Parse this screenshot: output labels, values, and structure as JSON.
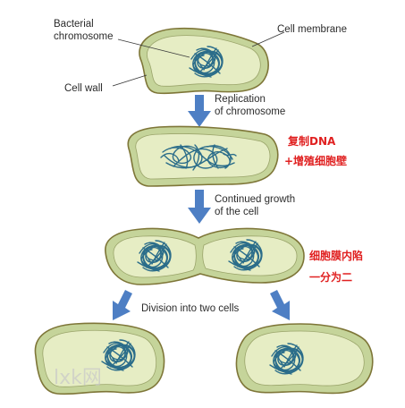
{
  "labels": {
    "bacterial_chromosome_line1": "Bacterial",
    "bacterial_chromosome_line2": "chromosome",
    "cell_membrane": "Cell membrane",
    "cell_wall": "Cell wall",
    "replication_line1": "Replication",
    "replication_line2": "of chromosome",
    "growth_line1": "Continued growth",
    "growth_line2": "of the cell",
    "division": "Division into two cells"
  },
  "annotations": {
    "replicate_line1": "复制DNA",
    "replicate_line2": "+增殖细胞壁",
    "membrane_line1": "细胞膜内陷",
    "membrane_line2": "一分为二"
  },
  "watermark": "lxk网",
  "colors": {
    "cell_wall": "#c5d49a",
    "cytoplasm": "#e6edc4",
    "outline": "#7e7638",
    "chromosome": "#2b6d8a",
    "arrow": "#4e7fc4",
    "annotation_red": "#e02020"
  }
}
